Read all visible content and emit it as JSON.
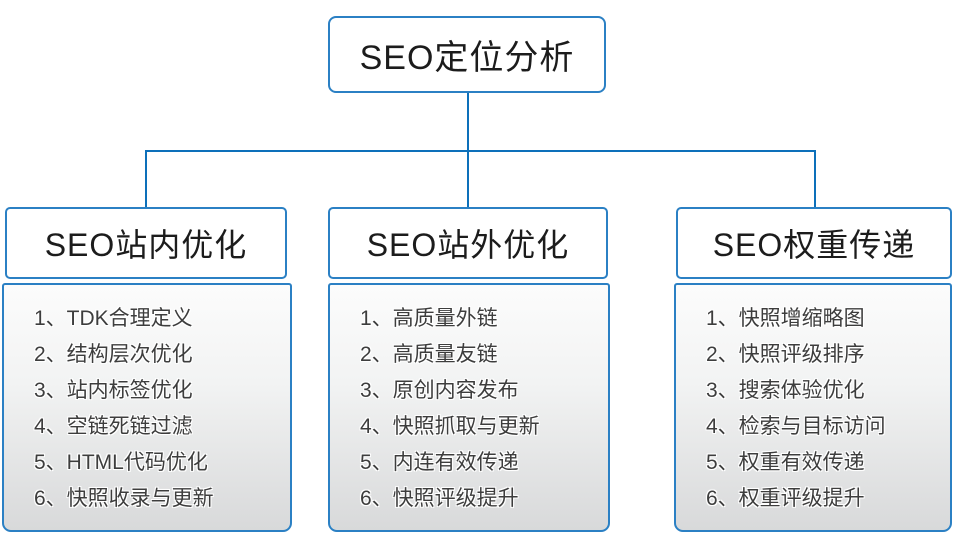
{
  "diagram": {
    "root": {
      "label": "SEO定位分析"
    },
    "columns": [
      {
        "id": "onsite",
        "title": "SEO站内优化",
        "items": [
          "1、TDK合理定义",
          "2、结构层次优化",
          "3、站内标签优化",
          "4、空链死链过滤",
          "5、HTML代码优化",
          "6、快照收录与更新"
        ]
      },
      {
        "id": "offsite",
        "title": "SEO站外优化",
        "items": [
          "1、高质量外链",
          "2、高质量友链",
          "3、原创内容发布",
          "4、快照抓取与更新",
          "5、内连有效传递",
          "6、快照评级提升"
        ]
      },
      {
        "id": "weight",
        "title": "SEO权重传递",
        "items": [
          "1、快照增缩略图",
          "2、快照评级排序",
          "3、搜索体验优化",
          "4、检索与目标访问",
          "5、权重有效传递",
          "6、权重评级提升"
        ]
      }
    ],
    "colors": {
      "connector_blue": "#0d70ba",
      "box_border_blue": "#2b80c4",
      "list_gradient_top": "#fcfcfc",
      "list_gradient_bottom": "#d8d9da",
      "title_text": "#1c1c1c",
      "item_text": "#3d3d3d"
    }
  }
}
